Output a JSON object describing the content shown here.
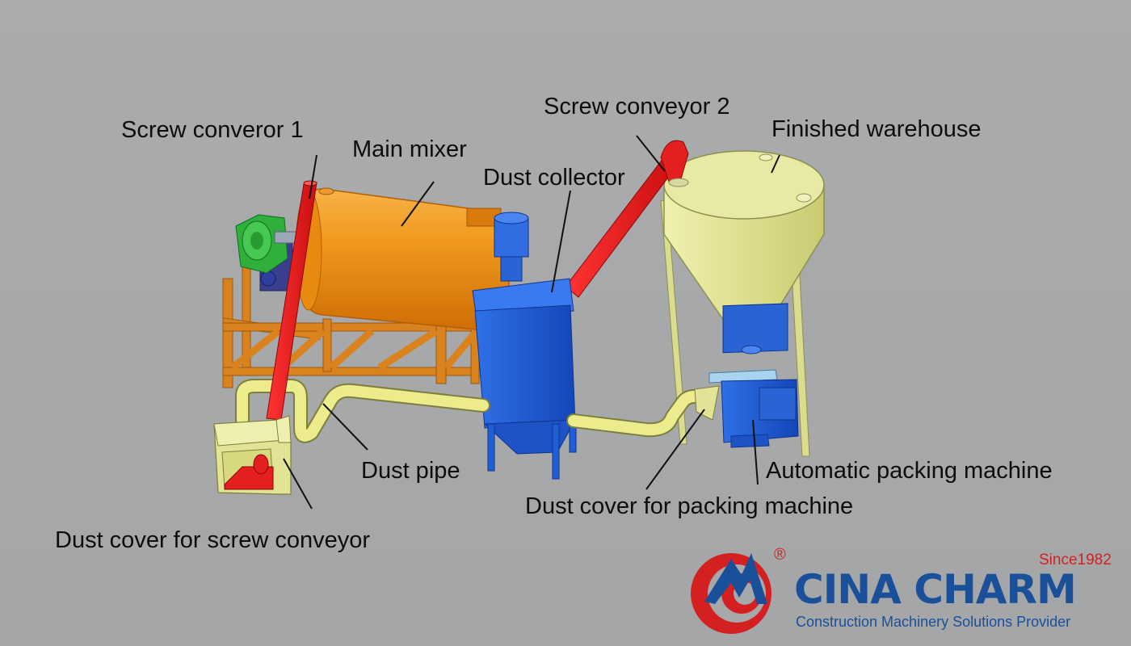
{
  "labels": {
    "screw_conveyor_1": "Screw converor 1",
    "main_mixer": "Main mixer",
    "screw_conveyor_2": "Screw conveyor 2",
    "finished_warehouse": "Finished warehouse",
    "dust_collector": "Dust collector",
    "dust_pipe": "Dust pipe",
    "automatic_packing_machine": "Automatic packing machine",
    "dust_cover_packing": "Dust cover for packing machine",
    "dust_cover_screw": "Dust cover for screw conveyor"
  },
  "logo": {
    "name": "CINA CHARM",
    "tagline": "Construction Machinery Solutions Provider",
    "since": "Since1982",
    "registered": "®"
  },
  "colors": {
    "background": "#a7a9ab",
    "mixer": "#f28c0f",
    "frame": "#d9821e",
    "conveyor": "#e41f1f",
    "collector": "#1f5fd6",
    "warehouse": "#e4e59a",
    "pipe": "#ecec8c",
    "gearbox": "#2fb03a",
    "logo_blue": "#1a4f9a",
    "logo_red": "#d42020"
  }
}
